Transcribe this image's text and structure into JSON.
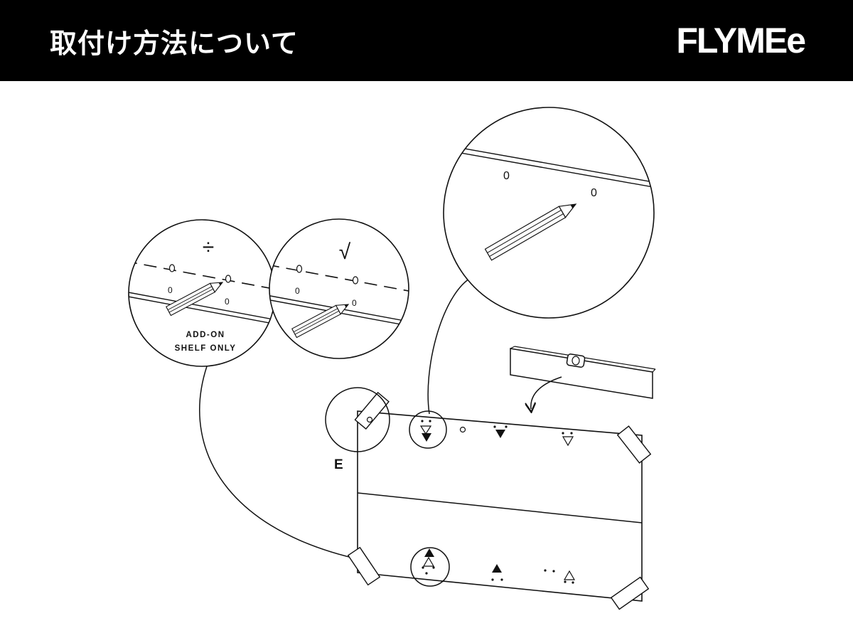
{
  "header": {
    "title": "取付け方法について",
    "brand": "FLYMEe",
    "background_color": "#000000",
    "text_color": "#ffffff"
  },
  "diagram": {
    "label_e": "E",
    "wrong_mark": "÷",
    "correct_mark": "√",
    "hole_mark": "0",
    "callout_line1": "ADD-ON",
    "callout_line2": "SHELF ONLY",
    "icons": [
      "pencil-icon",
      "level-tool-icon",
      "tape-icon",
      "arrow-icon",
      "triangle-marker-icon"
    ]
  }
}
